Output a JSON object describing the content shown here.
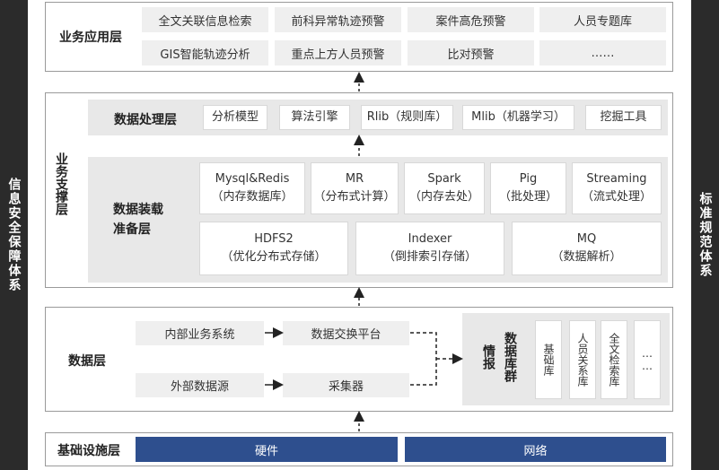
{
  "sidebars": {
    "left": "信息安全保障体系",
    "right": "标准规范体系"
  },
  "app_layer": {
    "label": "业务应用层",
    "items": [
      "全文关联信息检索",
      "前科异常轨迹预警",
      "案件高危预警",
      "人员专题库",
      "GIS智能轨迹分析",
      "重点上方人员预警",
      "比对预警",
      "……"
    ]
  },
  "support_layer": {
    "label": "业务支撑层",
    "processing": {
      "label": "数据处理层",
      "items": [
        "分析模型",
        "算法引擎",
        "Rlib（规则库）",
        "Mlib（机器学习）",
        "挖掘工具"
      ]
    },
    "prep": {
      "label_line1": "数据装载",
      "label_line2": "准备层",
      "row1": [
        {
          "name": "Mysql&Redis",
          "desc": "（内存数据库）"
        },
        {
          "name": "MR",
          "desc": "（分布式计算）"
        },
        {
          "name": "Spark",
          "desc": "（内存去处）"
        },
        {
          "name": "Pig",
          "desc": "（批处理）"
        },
        {
          "name": "Streaming",
          "desc": "（流式处理）"
        }
      ],
      "row2": [
        {
          "name": "HDFS2",
          "desc": "（优化分布式存储）"
        },
        {
          "name": "Indexer",
          "desc": "（倒排索引存储）"
        },
        {
          "name": "MQ",
          "desc": "（数据解析）"
        }
      ]
    }
  },
  "data_layer": {
    "label": "数据层",
    "sources": [
      "内部业务系统",
      "外部数据源"
    ],
    "platforms": [
      "数据交换平台",
      "采集器"
    ],
    "cluster_label": "情报数据库群",
    "cluster_label_col1": "情报",
    "cluster_label_col2": "数据库群",
    "databases": [
      "基础库",
      "人员关系库",
      "全文检索库",
      "……"
    ]
  },
  "infra_layer": {
    "label": "基础设施层",
    "items": [
      "硬件",
      "网络"
    ]
  },
  "colors": {
    "sidebar": "#2b2b2b",
    "infra_box": "#2e4f8e",
    "band": "#e8e8e8",
    "cell": "#efefef"
  }
}
